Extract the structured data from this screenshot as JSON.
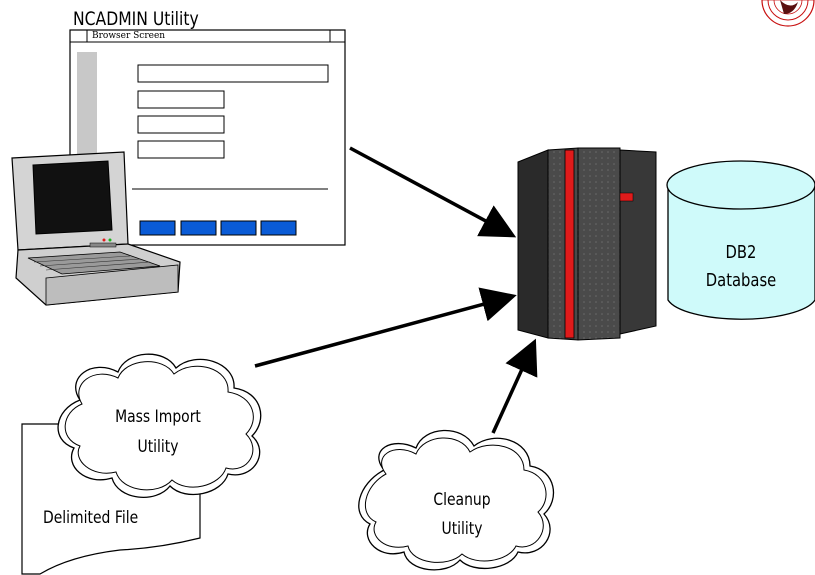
{
  "title": "NCADMIN Utility",
  "browser_window": {
    "title": "Browser Screen",
    "button_color": "#0a5bd6"
  },
  "server": {
    "accent_color": "#e01b1b"
  },
  "database": {
    "line1": "DB2",
    "line2": "Database",
    "fill": "#cffafa"
  },
  "mass_import": {
    "line1": "Mass Import",
    "line2": "Utility"
  },
  "delimited_file": {
    "label": "Delimited File"
  },
  "cleanup": {
    "line1": "Cleanup",
    "line2": "Utility"
  },
  "icons": [
    "laptop-icon",
    "server-icon",
    "database-icon",
    "cloud-icon",
    "document-icon",
    "logo-icon"
  ]
}
